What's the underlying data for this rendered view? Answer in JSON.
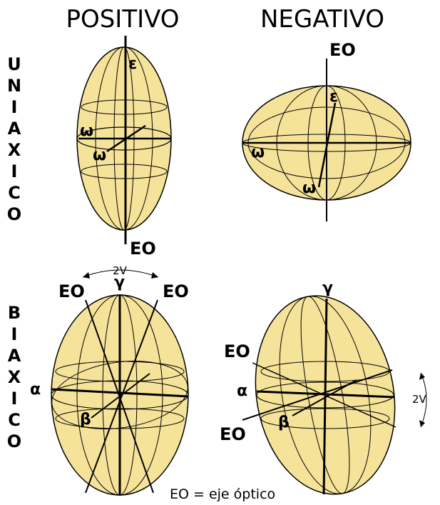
{
  "headers": {
    "positive": "POSITIVO",
    "negative": "NEGATIVO"
  },
  "rows": {
    "uniaxial": "UNIAXICO",
    "biaxial": "BIAXICO"
  },
  "labels": {
    "eo": "EO",
    "epsilon": "ε",
    "omega": "ω",
    "alpha": "α",
    "beta": "β",
    "gamma": "γ",
    "two_v": "2V"
  },
  "footer": "EO = eje óptico",
  "colors": {
    "fill": "#f6e39a",
    "stroke": "#000000",
    "background": "#ffffff"
  }
}
